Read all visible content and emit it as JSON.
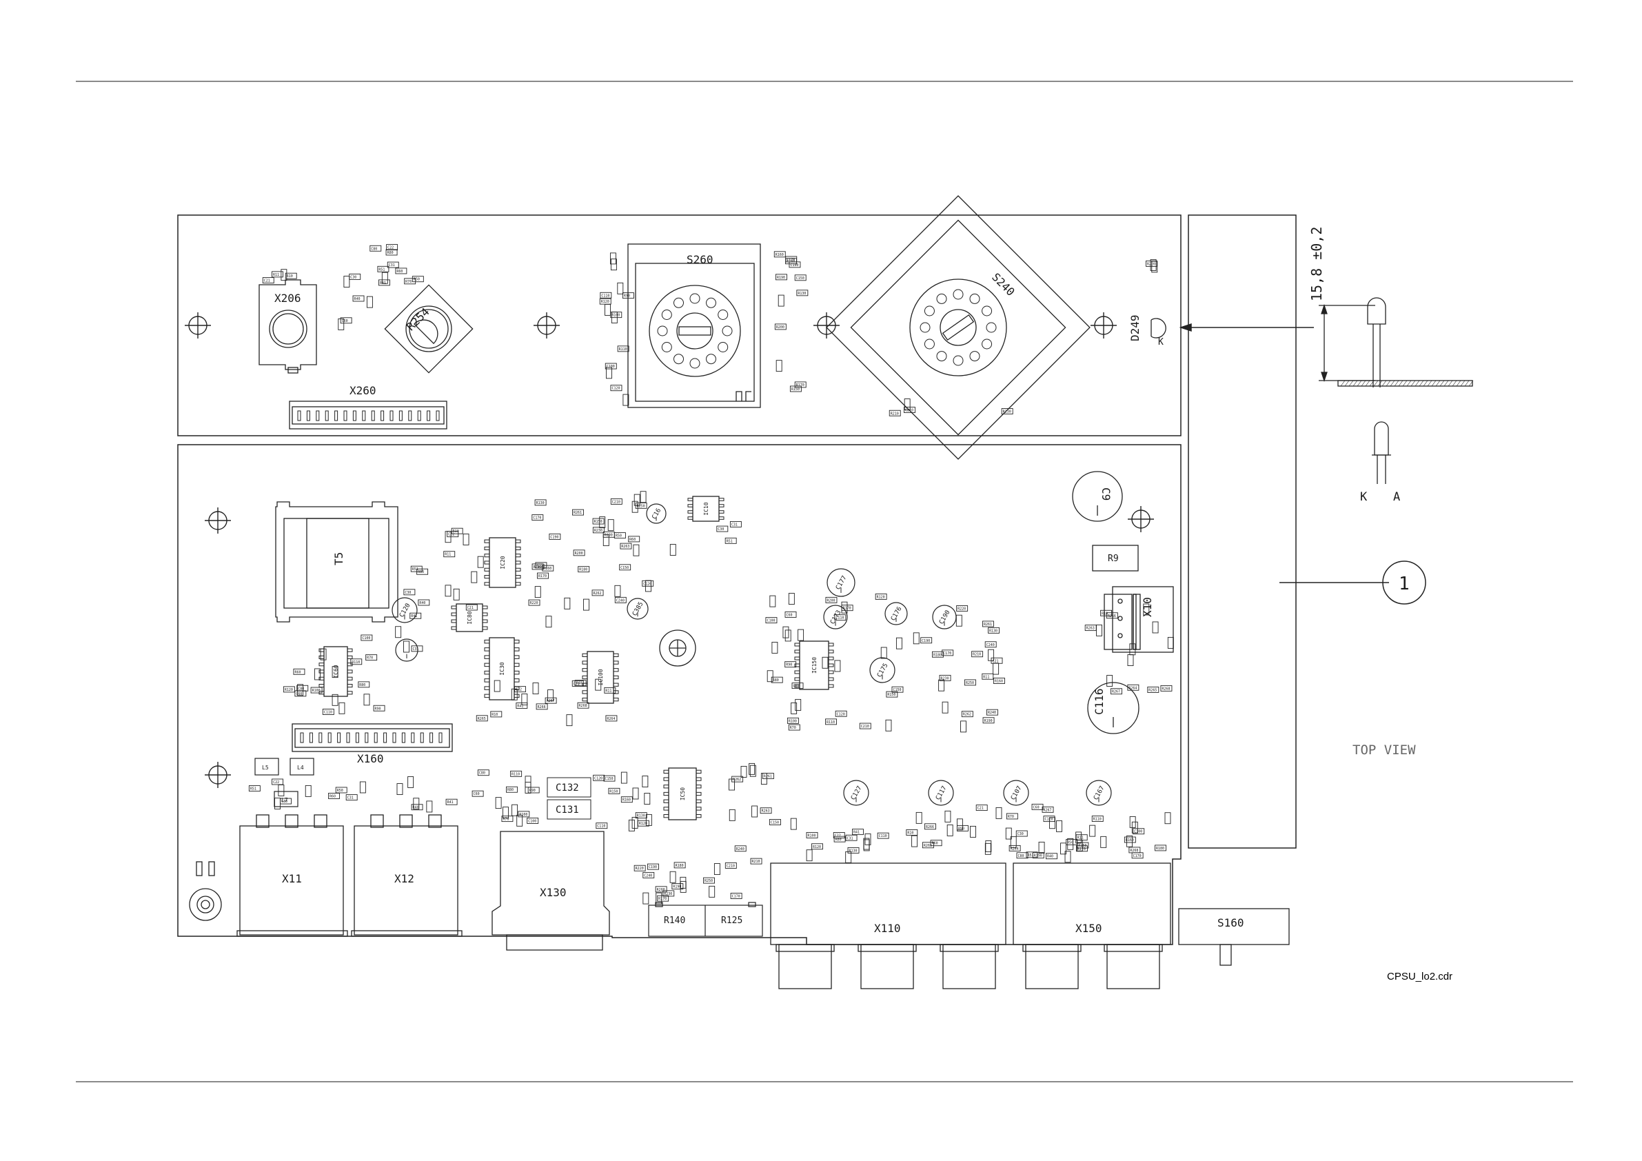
{
  "file_label": "CPSU_lo2.cdr",
  "top_view_label": "TOP VIEW",
  "callout_number": "1",
  "led": {
    "dimension": "15,8 ±0,2",
    "pin_k": "K",
    "pin_a": "A"
  },
  "upper_board": {
    "connector_x206": "X206",
    "connector_x260": "X260",
    "pot_r254": "R254",
    "switch_s260": "S260",
    "switch_s240": "S240",
    "led_d249": "D249",
    "led_d249_pin": "K"
  },
  "lower_board": {
    "transformer": "T5",
    "connector_x160": "X160",
    "connector_x10": "X10",
    "resistor_r9": "R9",
    "cap_c9": "C9",
    "cap_c116": "C116",
    "cap_c23": "C23",
    "cap_c132": "C132",
    "cap_c131": "C131",
    "jack_x11": "X11",
    "jack_x12": "X12",
    "jack_x130": "X130",
    "jack_x110": "X110",
    "jack_x150": "X150",
    "switch_s160": "S160",
    "res_r140": "R140",
    "res_r125": "R125",
    "ics": [
      "IC20",
      "IC10",
      "IC60",
      "IC30",
      "IC80",
      "IC100",
      "IC150",
      "IC50"
    ],
    "inductors": [
      "L5",
      "L4",
      "L7"
    ],
    "caps_radial": [
      "C120",
      "C16",
      "C385",
      "C177",
      "C173",
      "C176",
      "C190",
      "C175",
      "C127",
      "C117",
      "C107",
      "C167"
    ],
    "smd_labels": [
      "R10",
      "R11",
      "C21",
      "C22",
      "R40",
      "R41",
      "C30",
      "C31",
      "R50",
      "R51",
      "R60",
      "C60",
      "R70",
      "R80",
      "C80",
      "R90",
      "R100",
      "C100",
      "R110",
      "C110",
      "R120",
      "C120",
      "R130",
      "R150",
      "C150",
      "R160",
      "R170",
      "C170",
      "R180",
      "R190",
      "C190",
      "R200",
      "R210",
      "C210",
      "R220",
      "R230",
      "R240",
      "C240",
      "R250",
      "R261",
      "R262",
      "R263",
      "R264",
      "R265",
      "R266",
      "R267",
      "R268"
    ]
  }
}
